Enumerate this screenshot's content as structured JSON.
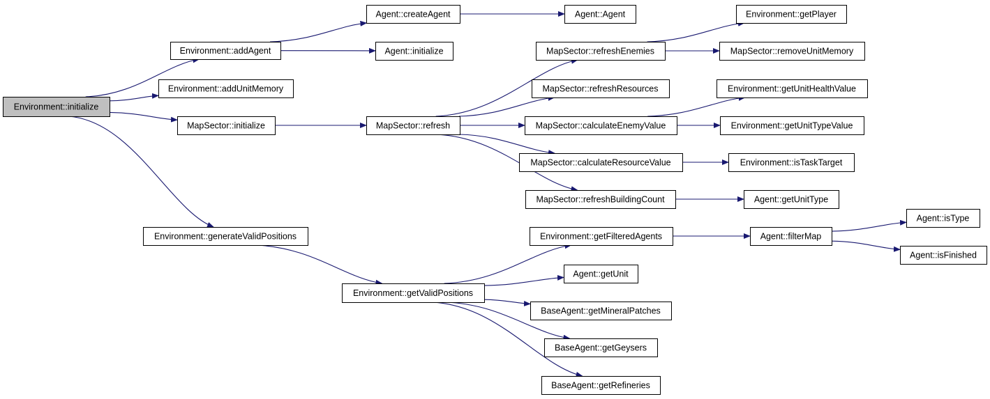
{
  "colors": {
    "edge": "#191970",
    "root_fill": "#bfbfbf",
    "node_fill": "#ffffff",
    "border": "#000000"
  },
  "nodes": [
    {
      "id": "env_initialize",
      "label": "Environment::initialize",
      "root": true
    },
    {
      "id": "env_addAgent",
      "label": "Environment::addAgent"
    },
    {
      "id": "env_addUnitMemory",
      "label": "Environment::addUnitMemory"
    },
    {
      "id": "ms_initialize",
      "label": "MapSector::initialize"
    },
    {
      "id": "env_generateValidPositions",
      "label": "Environment::generateValidPositions"
    },
    {
      "id": "agent_createAgent",
      "label": "Agent::createAgent"
    },
    {
      "id": "agent_initialize",
      "label": "Agent::initialize"
    },
    {
      "id": "ms_refresh",
      "label": "MapSector::refresh"
    },
    {
      "id": "env_getValidPositions",
      "label": "Environment::getValidPositions"
    },
    {
      "id": "agent_agent",
      "label": "Agent::Agent"
    },
    {
      "id": "ms_refreshEnemies",
      "label": "MapSector::refreshEnemies"
    },
    {
      "id": "ms_refreshResources",
      "label": "MapSector::refreshResources"
    },
    {
      "id": "ms_calculateEnemyValue",
      "label": "MapSector::calculateEnemyValue"
    },
    {
      "id": "ms_calculateResourceValue",
      "label": "MapSector::calculateResourceValue"
    },
    {
      "id": "ms_refreshBuildingCount",
      "label": "MapSector::refreshBuildingCount"
    },
    {
      "id": "env_getFilteredAgents",
      "label": "Environment::getFilteredAgents"
    },
    {
      "id": "agent_getUnit",
      "label": "Agent::getUnit"
    },
    {
      "id": "ba_getMineralPatches",
      "label": "BaseAgent::getMineralPatches"
    },
    {
      "id": "ba_getGeysers",
      "label": "BaseAgent::getGeysers"
    },
    {
      "id": "ba_getRefineries",
      "label": "BaseAgent::getRefineries"
    },
    {
      "id": "env_getPlayer",
      "label": "Environment::getPlayer"
    },
    {
      "id": "ms_removeUnitMemory",
      "label": "MapSector::removeUnitMemory"
    },
    {
      "id": "env_getUnitHealthValue",
      "label": "Environment::getUnitHealthValue"
    },
    {
      "id": "env_getUnitTypeValue",
      "label": "Environment::getUnitTypeValue"
    },
    {
      "id": "env_isTaskTarget",
      "label": "Environment::isTaskTarget"
    },
    {
      "id": "agent_getUnitType",
      "label": "Agent::getUnitType"
    },
    {
      "id": "agent_filterMap",
      "label": "Agent::filterMap"
    },
    {
      "id": "agent_isType",
      "label": "Agent::isType"
    },
    {
      "id": "agent_isFinished",
      "label": "Agent::isFinished"
    }
  ],
  "edges": [
    [
      "env_initialize",
      "env_addAgent"
    ],
    [
      "env_initialize",
      "env_addUnitMemory"
    ],
    [
      "env_initialize",
      "ms_initialize"
    ],
    [
      "env_initialize",
      "env_generateValidPositions"
    ],
    [
      "env_addAgent",
      "agent_createAgent"
    ],
    [
      "env_addAgent",
      "agent_initialize"
    ],
    [
      "agent_createAgent",
      "agent_agent"
    ],
    [
      "ms_initialize",
      "ms_refresh"
    ],
    [
      "ms_refresh",
      "ms_refreshEnemies"
    ],
    [
      "ms_refresh",
      "ms_refreshResources"
    ],
    [
      "ms_refresh",
      "ms_calculateEnemyValue"
    ],
    [
      "ms_refresh",
      "ms_calculateResourceValue"
    ],
    [
      "ms_refresh",
      "ms_refreshBuildingCount"
    ],
    [
      "ms_refreshEnemies",
      "env_getPlayer"
    ],
    [
      "ms_refreshEnemies",
      "ms_removeUnitMemory"
    ],
    [
      "ms_calculateEnemyValue",
      "env_getUnitHealthValue"
    ],
    [
      "ms_calculateEnemyValue",
      "env_getUnitTypeValue"
    ],
    [
      "ms_calculateResourceValue",
      "env_isTaskTarget"
    ],
    [
      "ms_refreshBuildingCount",
      "agent_getUnitType"
    ],
    [
      "env_generateValidPositions",
      "env_getValidPositions"
    ],
    [
      "env_getValidPositions",
      "env_getFilteredAgents"
    ],
    [
      "env_getValidPositions",
      "agent_getUnit"
    ],
    [
      "env_getValidPositions",
      "ba_getMineralPatches"
    ],
    [
      "env_getValidPositions",
      "ba_getGeysers"
    ],
    [
      "env_getValidPositions",
      "ba_getRefineries"
    ],
    [
      "env_getFilteredAgents",
      "agent_filterMap"
    ],
    [
      "agent_filterMap",
      "agent_isType"
    ],
    [
      "agent_filterMap",
      "agent_isFinished"
    ]
  ]
}
